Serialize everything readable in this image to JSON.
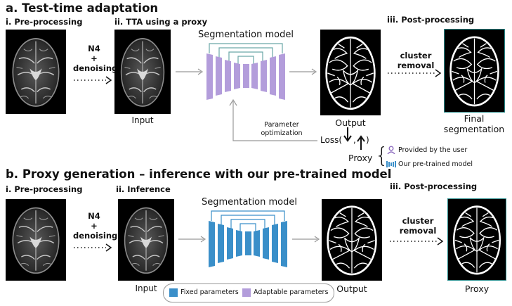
{
  "section_a": {
    "title": "a. Test-time adaptation",
    "step1": "i. Pre-processing",
    "step2": "ii. TTA using a proxy",
    "step3": "iii. Post-processing",
    "preprocess_line1": "N4",
    "preprocess_line2": "+",
    "preprocess_line3": "denoising",
    "model_title": "Segmentation model",
    "input_label": "Input",
    "output_label": "Output",
    "cluster_line1": "cluster",
    "cluster_line2": "removal",
    "final_line1": "Final",
    "final_line2": "segmentation",
    "param_line1": "Parameter",
    "param_line2": "optimization",
    "loss_label": "Loss(",
    "loss_close": ")",
    "proxy_label": "Proxy",
    "legend_user": "Provided by the user",
    "legend_model": "Our pre-trained model"
  },
  "section_b": {
    "title": "b. Proxy generation – inference with our pre-trained model",
    "step1": "i. Pre-processing",
    "step2": "ii. Inference",
    "step3": "iii. Post-processing",
    "preprocess_line1": "N4",
    "preprocess_line2": "+",
    "preprocess_line3": "denoising",
    "model_title": "Segmentation model",
    "input_label": "Input",
    "output_label": "Output",
    "cluster_line1": "cluster",
    "cluster_line2": "removal",
    "proxy_label": "Proxy"
  },
  "legend": {
    "fixed": "Fixed parameters",
    "adaptable": "Adaptable parameters"
  },
  "colors": {
    "adaptable": "#b39ddb",
    "fixed": "#3a8fc9",
    "skip_a": "#6aa6a6",
    "skip_b": "#3a8fc9",
    "final_border": "#2a8c8c"
  }
}
